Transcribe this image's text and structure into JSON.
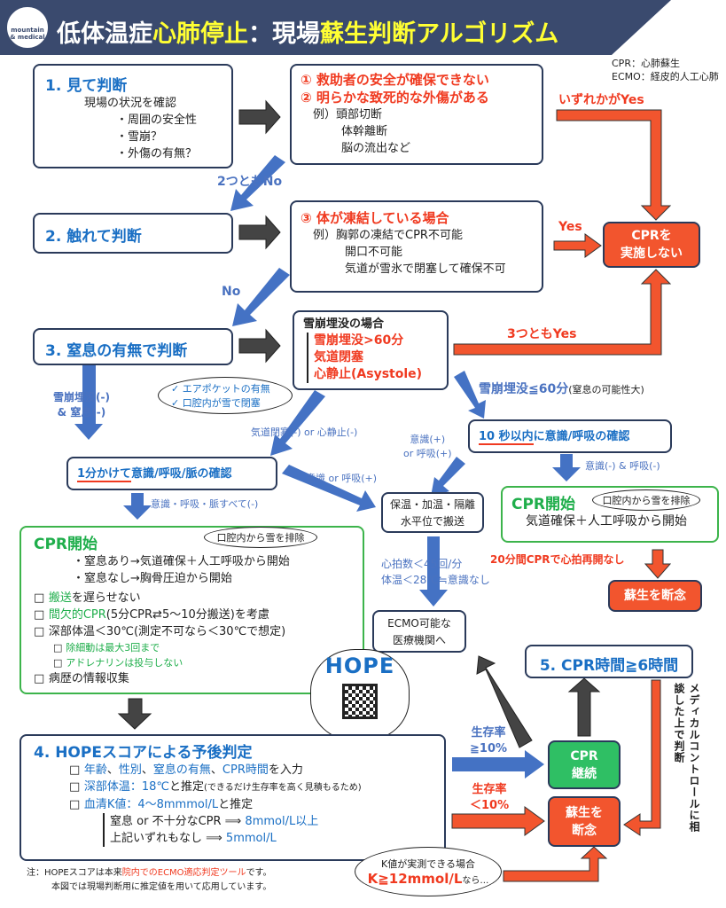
{
  "header": {
    "logo_text": "mountain & medical",
    "title_parts": [
      {
        "text": "低体温症",
        "color": "#ffffff"
      },
      {
        "text": "心肺停止",
        "color": "#ffff33"
      },
      {
        "text": "：現場",
        "color": "#ffffff"
      },
      {
        "text": "蘇生判断アルゴリズム",
        "color": "#ffff33"
      }
    ],
    "bg": "#3a4a6e"
  },
  "legend": [
    "CPR：心肺蘇生",
    "ECMO：経皮的人工心肺"
  ],
  "step1": {
    "title": "1. 見て判断",
    "lines": [
      "現場の状況を確認",
      "・周囲の安全性",
      "・雪崩？",
      "・外傷の有無？"
    ]
  },
  "cond12": {
    "lines_red": [
      "① 救助者の安全が確保できない",
      "② 明らかな致死的な外傷がある"
    ],
    "lines": [
      "例）頭部切断",
      "体幹離断",
      "脳の流出など"
    ]
  },
  "label_any_yes": "いずれかがYes",
  "label_both_no": "2つともNo",
  "step2": {
    "title": "2. 触れて判断"
  },
  "cond3": {
    "line_red": "③ 体が凍結している場合",
    "lines": [
      "例）胸郭の凍結でCPR不可能",
      "開口不可能",
      "気道が雪氷で閉塞して確保不可"
    ]
  },
  "label_yes": "Yes",
  "no_cpr": [
    "CPRを",
    "実施しない"
  ],
  "label_no": "No",
  "step3": {
    "title": "3. 窒息の有無で判断"
  },
  "avalanche": {
    "title": "雪崩埋没の場合",
    "lines_red": [
      "雪崩埋没>60分",
      "気道閉塞",
      "心静止(Asystole)"
    ]
  },
  "label_all3_yes": "3つともYes",
  "bubble_airpocket": [
    "✓ エアポケットの有無",
    "✓ 口腔内が雪で閉塞"
  ],
  "label_aval_neg": [
    "雪崩埋没(-)",
    "& 窒息(-)"
  ],
  "label_aval_le60": "雪崩埋没≦60分",
  "label_aval_le60_note": "(窒息の可能性大)",
  "check10": {
    "u": "10 秒以内",
    "rest": "に意識/呼吸の確認"
  },
  "label_airway_neg": "気道閉塞(-) or 心静止(-)",
  "label_cons_pos": [
    "意識(+)",
    "or 呼吸(+)"
  ],
  "check1min": {
    "u": "1分かけて",
    "rest": "意識/呼吸/脈の確認"
  },
  "label_cons_or_resp": "意識 or 呼吸(+)",
  "label_cons_resp_neg": "意識(-) & 呼吸(-)",
  "warm": [
    "保温・加温・隔離",
    "水平位で搬送"
  ],
  "cpr_right": {
    "title": "CPR開始",
    "bubble": "口腔内から雪を排除",
    "line": "気道確保＋人工呼吸から開始"
  },
  "label_all_neg": "意識・呼吸・脈すべて(-)",
  "cpr_left": {
    "title": "CPR開始",
    "bubble": "口腔内から雪を排除",
    "bullets": [
      "・窒息あり→気道確保＋人工呼吸から開始",
      "・窒息なし→胸骨圧迫から開始"
    ],
    "checks": [
      {
        "g": "搬送",
        "r": "を遅らせない"
      },
      {
        "g": "間欠的CPR",
        "r": "(5分CPR⇄5～10分搬送)を考慮"
      },
      {
        "g": "",
        "r": "深部体温＜30℃(測定不可なら＜30℃で想定)"
      }
    ],
    "sub": [
      "除細動は最大3回まで",
      "アドレナリンは投与しない"
    ],
    "last": "病歴の情報収集"
  },
  "label_hr": [
    "心拍数＜45回/分",
    "体温＜28℃≒意識なし"
  ],
  "label_20min": "20分間CPRで心拍再開なし",
  "give_up1": "蘇生を断念",
  "ecmo": [
    "ECMO可能な",
    "医療機関へ"
  ],
  "hope_logo": "HOPE",
  "step5": "5. CPR時間≧6時間",
  "vertical_note": "メディカルコントロールに相談した上で判断",
  "step4": {
    "title": "4. HOPEスコアによる予後判定",
    "c1": [
      {
        "t": "年齢",
        "b": 1
      },
      {
        "t": "、",
        "b": 0
      },
      {
        "t": "性別",
        "b": 1
      },
      {
        "t": "、",
        "b": 0
      },
      {
        "t": "窒息の有無",
        "b": 1
      },
      {
        "t": "、",
        "b": 0
      },
      {
        "t": "CPR時間",
        "b": 1
      },
      {
        "t": "を入力",
        "b": 0
      }
    ],
    "c2a": "深部体温",
    "c2b": "：18℃",
    "c2c": "と推定",
    "c2d": "(できるだけ生存率を高く見積もるため)",
    "c3a": "血清K値",
    "c3b": "：4～8mmmol/L",
    "c3c": "と推定",
    "r1a": "窒息 or 不十分なCPR",
    "r1b": "8mmol/L以上",
    "r2a": "上記いずれもなし",
    "r2b": "5mmol/L"
  },
  "label_surv_hi": [
    "生存率",
    "≧10%"
  ],
  "label_surv_lo": [
    "生存率",
    "＜10%"
  ],
  "cpr_continue": [
    "CPR",
    "継続"
  ],
  "give_up2": [
    "蘇生を",
    "断念"
  ],
  "k_bubble": {
    "l1": "K値が実測できる場合",
    "l2": "K≧12mmol/L",
    "l3": "なら…"
  },
  "note": {
    "a": "注：HOPEスコアは本来",
    "b": "院内でのECMO適応判定ツール",
    "c": "です。",
    "l2": "本図では現場判断用に推定値を用いて応用しています。"
  },
  "colors": {
    "blue": "#1a6fc4",
    "red": "#f03a20",
    "green": "#1fae4b",
    "navy": "#3a4a6e",
    "arrow_dark": "#444444",
    "arrow_blue": "#4472c4",
    "arrow_red": "#f2552e"
  }
}
